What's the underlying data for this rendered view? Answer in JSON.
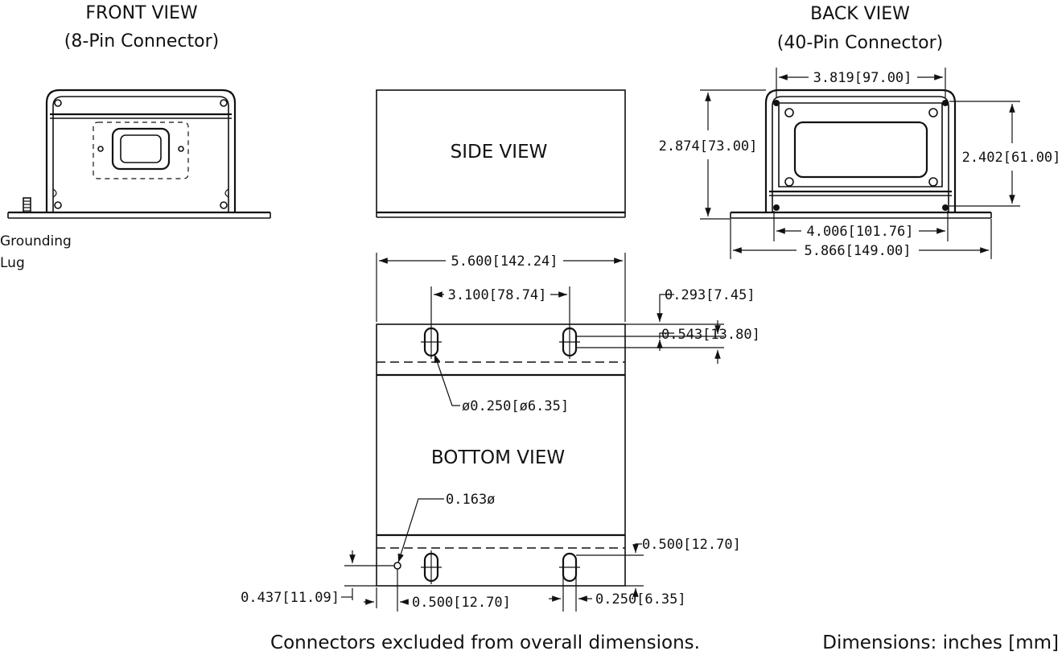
{
  "front_view": {
    "title": "FRONT VIEW",
    "subtitle": "(8-Pin Connector)",
    "grounding_label_line1": "Grounding",
    "grounding_label_line2": "Lug"
  },
  "back_view": {
    "title": "BACK VIEW",
    "subtitle": "(40-Pin Connector)",
    "dim_top_width": "3.819[97.00]",
    "dim_left_height": "2.874[73.00]",
    "dim_right_height": "2.402[61.00]",
    "dim_mid_width": "4.006[101.76]",
    "dim_overall_width": "5.866[149.00]"
  },
  "side_view": {
    "label": "SIDE VIEW"
  },
  "bottom_view": {
    "label": "BOTTOM VIEW",
    "dim_overall_width": "5.600[142.24]",
    "dim_slot_spacing": "3.100[78.74]",
    "dim_top_offset": "0.293[7.45]",
    "dim_slot_length": "0.543[13.80]",
    "dim_hole_diameter": "ø0.250[ø6.35]",
    "dim_small_hole": "0.163ø",
    "dim_bottom_offset": "0.500[12.70]",
    "dim_hole_height": "0.437[11.09]",
    "dim_hole_x": "0.500[12.70]",
    "dim_slot_width": "0.250[6.35]"
  },
  "notes": {
    "connectors_note": "Connectors excluded from overall dimensions.",
    "units_note": "Dimensions:  inches [mm]"
  }
}
